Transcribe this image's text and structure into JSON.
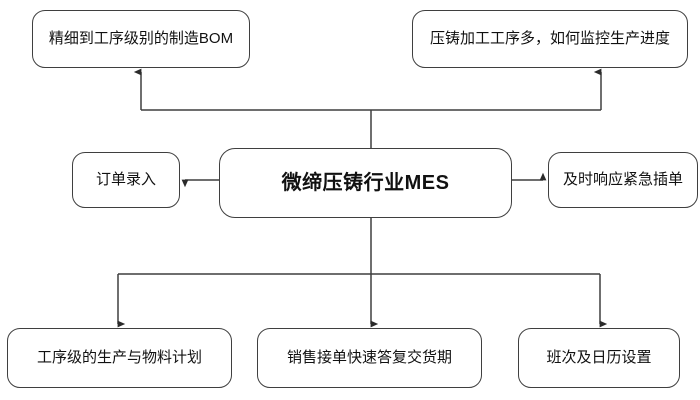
{
  "diagram": {
    "title": "微缔压铸行业MES",
    "background_color": "#ffffff",
    "line_color": "#3f3f3f",
    "text_color": "#111111",
    "center": {
      "label": "微缔压铸行业MES"
    },
    "top_nodes": [
      {
        "id": "fine-bom",
        "label": "精细到工序级别的制造BOM"
      },
      {
        "id": "process-monitor",
        "label": "压铸加工工序多，如何监控生产进度"
      }
    ],
    "side_nodes": [
      {
        "id": "order-entry",
        "label": "订单录入"
      },
      {
        "id": "urgent-order",
        "label": "及时响应紧急插单"
      }
    ],
    "bottom_nodes": [
      {
        "id": "production-material-plan",
        "label": "工序级的生产与物料计划"
      },
      {
        "id": "sales-delivery-reply",
        "label": "销售接单快速答复交货期"
      },
      {
        "id": "shift-calendar-setting",
        "label": "班次及日历设置"
      }
    ],
    "connectors": [
      {
        "from": "center",
        "to": "fine-bom",
        "direction": "up",
        "arrow": true
      },
      {
        "from": "center",
        "to": "process-monitor",
        "direction": "up",
        "arrow": true
      },
      {
        "from": "center",
        "to": "order-entry",
        "direction": "left",
        "arrow": true
      },
      {
        "from": "center",
        "to": "urgent-order",
        "direction": "right",
        "arrow": true
      },
      {
        "from": "center",
        "to": "production-material-plan",
        "direction": "down",
        "arrow": true
      },
      {
        "from": "center",
        "to": "sales-delivery-reply",
        "direction": "down",
        "arrow": true
      },
      {
        "from": "center",
        "to": "shift-calendar-setting",
        "direction": "down",
        "arrow": true
      }
    ]
  }
}
